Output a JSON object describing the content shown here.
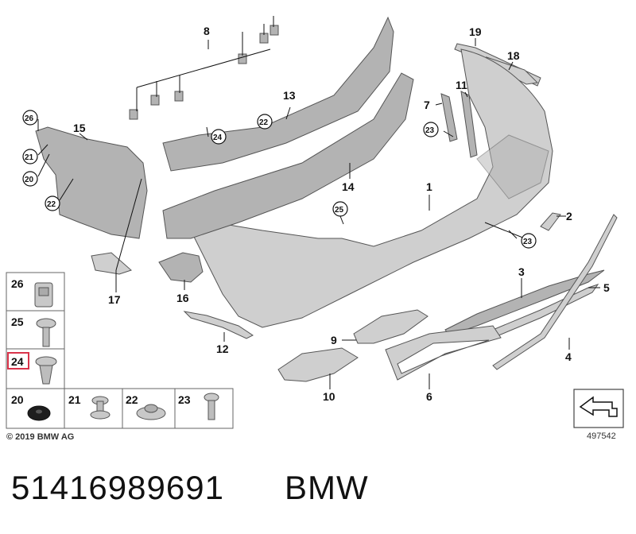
{
  "labels": {
    "p1": "1",
    "p2": "2",
    "p3": "3",
    "p4": "4",
    "p5": "5",
    "p6": "6",
    "p7": "7",
    "p8": "8",
    "p9": "9",
    "p10": "10",
    "p11": "11",
    "p12": "12",
    "p13": "13",
    "p14": "14",
    "p15": "15",
    "p16": "16",
    "p17": "17",
    "p18": "18",
    "p19": "19"
  },
  "callouts": {
    "c26": "26",
    "c21": "21",
    "c20": "20",
    "c22a": "22",
    "c22b": "22",
    "c24": "24",
    "c25": "25",
    "c23a": "23",
    "c23b": "23"
  },
  "legend": {
    "r26": "26",
    "r25": "25",
    "r24": "24",
    "r20": "20",
    "r21": "21",
    "r22": "22",
    "r23": "23"
  },
  "copyright": "© 2019 BMW AG",
  "diagram_id": "497542",
  "footer": {
    "part_number": "51416989691",
    "brand": "BMW"
  },
  "colors": {
    "highlight": "#d9334a",
    "part_fill": "#cfcfcf"
  }
}
